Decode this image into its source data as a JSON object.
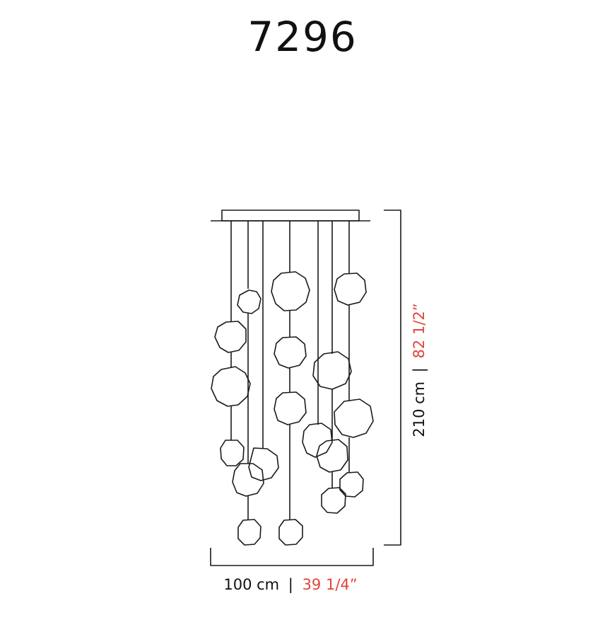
{
  "title": "7296",
  "dimensions": {
    "width": {
      "metric": "100 cm",
      "separator": "|",
      "imperial": "39 1/4”"
    },
    "height": {
      "metric": "210 cm",
      "separator": "|",
      "imperial": "82 1/2”"
    }
  },
  "colors": {
    "line": "#1a1a1a",
    "text": "#111111",
    "imperial": "#e0453a"
  }
}
